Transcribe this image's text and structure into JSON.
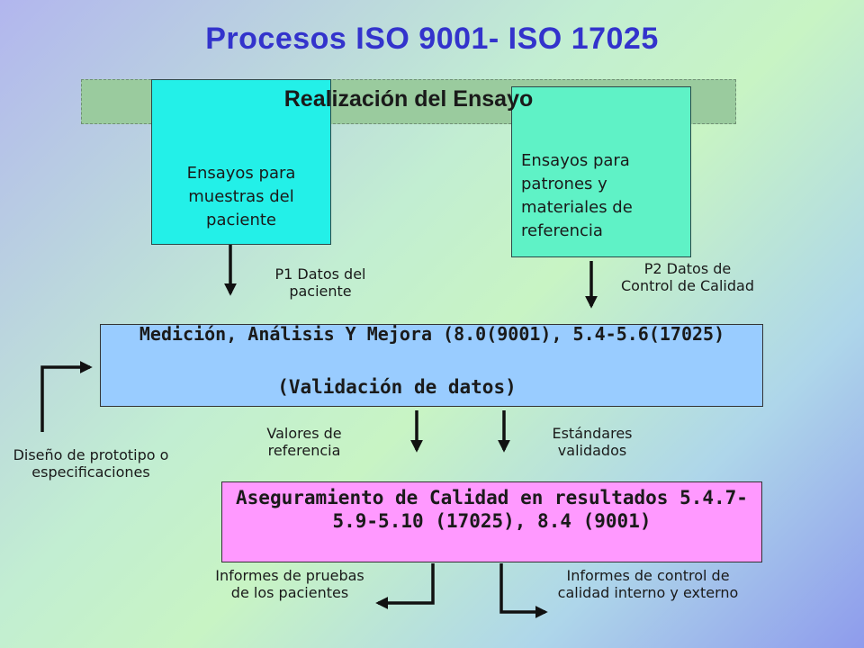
{
  "title": "Procesos ISO 9001- ISO 17025",
  "band_label": "Realización del Ensayo",
  "boxes": {
    "patient_tests": "Ensayos para muestras del paciente",
    "reference_tests": "Ensayos para patrones y materiales de referencia",
    "validation_main": "Medición, Análisis Y Mejora (8.0(9001), 5.4-5.6(17025)",
    "validation_sub": "(Validación de datos)",
    "quality_assurance": "Aseguramiento de Calidad en resultados 5.4.7-5.9-5.10 (17025), 8.4 (9001)"
  },
  "labels": {
    "p1": "P1 Datos del paciente",
    "p2": "P2 Datos de Control de Calidad",
    "reference_values": "Valores de referencia",
    "validated_standards": "Estándares validados",
    "design": "Diseño de prototipo o especificaciones",
    "patient_reports": "Informes de pruebas de los pacientes",
    "control_reports": "Informes de control de calidad interno y externo"
  },
  "colors": {
    "title": "#3333cc",
    "band": "#9acb9e",
    "patient_box": "#23f0e8",
    "reference_box": "#5ff2c6",
    "validation_box": "#99ccff",
    "qa_box": "#ff99ff"
  }
}
